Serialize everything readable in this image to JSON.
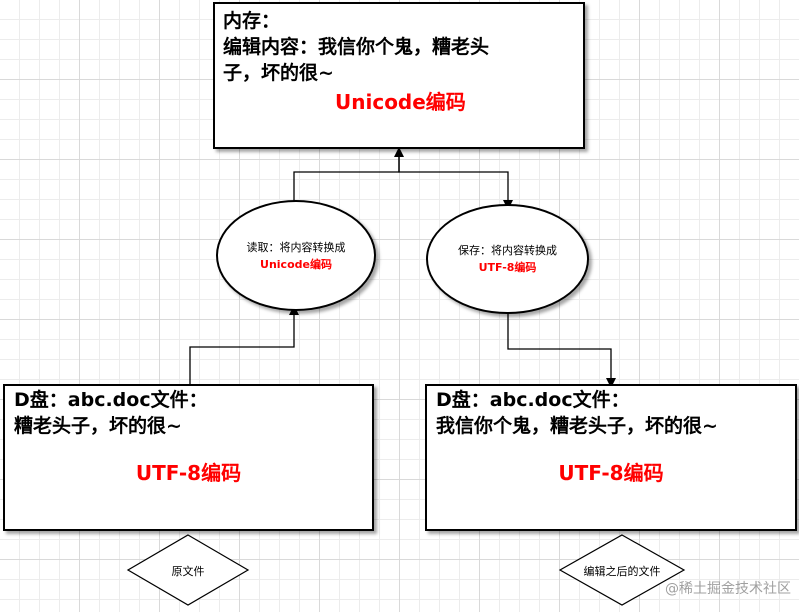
{
  "memory_box": {
    "title": "内存：",
    "line1": "编辑内容：我信你个鬼，糟老头",
    "line2": "子，坏的很~",
    "encoding": "Unicode编码"
  },
  "read_ellipse": {
    "label": "读取：将内容转换成",
    "encoding": "Unicode编码"
  },
  "save_ellipse": {
    "label": "保存：将内容转换成",
    "encoding": "UTF-8编码"
  },
  "left_file_box": {
    "title": "D盘：abc.doc文件：",
    "content": "糟老头子，坏的很~",
    "encoding": "UTF-8编码"
  },
  "right_file_box": {
    "title": "D盘：abc.doc文件：",
    "content": "我信你个鬼，糟老头子，坏的很~",
    "encoding": "UTF-8编码"
  },
  "left_diamond": {
    "label": "原文件"
  },
  "right_diamond": {
    "label": "编辑之后的文件"
  },
  "watermark": "@稀土掘金技术社区",
  "colors": {
    "encoding_red": "#ff0000",
    "grid": "#d9d9d9"
  }
}
